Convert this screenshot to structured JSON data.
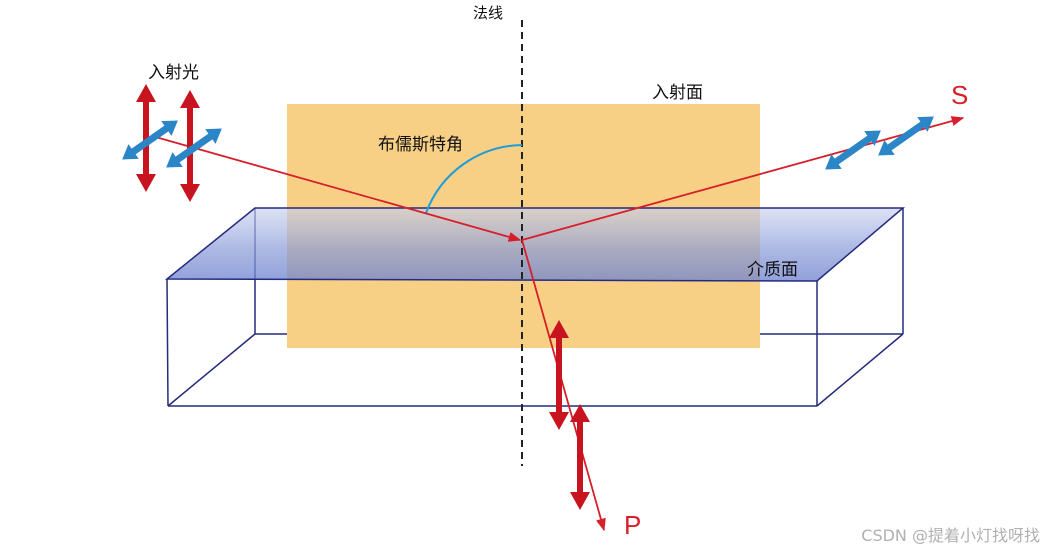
{
  "labels": {
    "incident_light": "入射光",
    "incident_plane": "入射面",
    "brewster_angle": "布儒斯特角",
    "medium_surface": "介质面",
    "s_wave": "S",
    "p_wave": "P",
    "normal_partial": "法线"
  },
  "watermark": "CSDN @提着小灯找呀找",
  "colors": {
    "incident_plane_fill": "#f7cf85",
    "medium_surface_fill": "#a3b3e0",
    "box_edge": "#242a7e",
    "ray": "#d61f2a",
    "p_arrow": "#c7141f",
    "s_arrow": "#2b86c7",
    "angle_arc": "#1e9ed9",
    "normal_line": "#222222"
  }
}
